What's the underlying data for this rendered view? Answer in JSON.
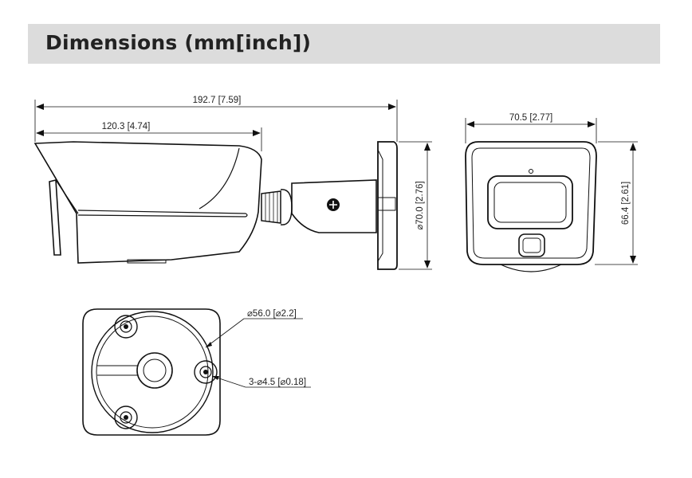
{
  "header": {
    "title": "Dimensions (mm[inch])"
  },
  "dimensions": {
    "overall_length": "192.7 [7.59]",
    "body_length": "120.3 [4.74]",
    "mount_diameter": "⌀70.0 [2.76]",
    "front_width": "70.5 [2.77]",
    "front_height": "66.4 [2.61]",
    "base_diameter": "⌀56.0 [⌀2.2]",
    "hole_spec": "3-⌀4.5 [⌀0.18]"
  },
  "colors": {
    "header_bg": "#dcdcdc",
    "line": "#111111",
    "text": "#222222"
  }
}
